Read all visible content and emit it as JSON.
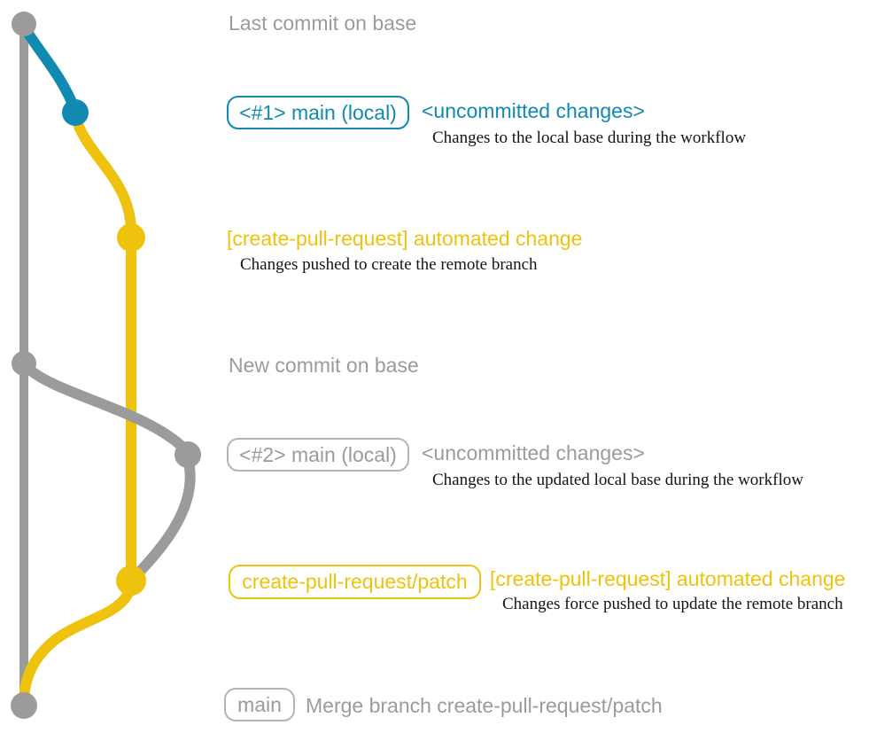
{
  "colors": {
    "gray": "#9b9b9b",
    "gray_border": "#b4b4b4",
    "teal": "#118ab2",
    "yellow": "#eec20d",
    "text_dark": "#141414"
  },
  "sections": {
    "top": {
      "heading": "Last commit on base"
    },
    "branch1": {
      "badge": "<#1> main (local)",
      "status": "<uncommitted changes>",
      "description": "Changes to the local base during the workflow"
    },
    "commit1": {
      "title": "[create-pull-request] automated change",
      "description": "Changes pushed to create the remote branch"
    },
    "middle": {
      "heading": "New commit on base"
    },
    "branch2": {
      "badge": "<#2> main (local)",
      "status": "<uncommitted changes>",
      "description": "Changes to the updated local base during the workflow"
    },
    "commit2": {
      "badge": "create-pull-request/patch",
      "title": "[create-pull-request] automated change",
      "description": "Changes force pushed to update the remote branch"
    },
    "bottom": {
      "badge": "main",
      "message": "Merge branch create-pull-request/patch"
    }
  }
}
